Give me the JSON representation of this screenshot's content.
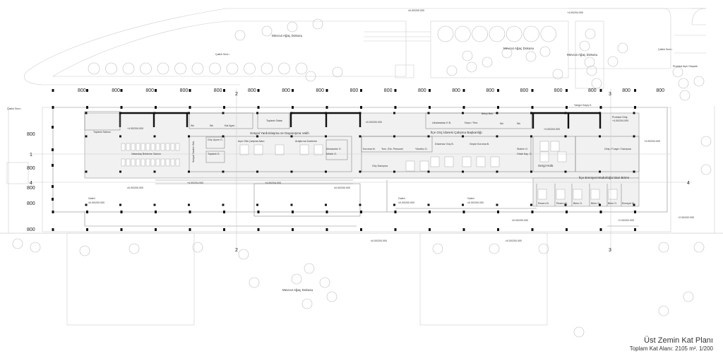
{
  "plan": {
    "title": "Üst Zemin Kat Planı",
    "subtitle": "Toplam Kat Alanı: 2105 m². 1/200",
    "dimension_label": "800",
    "axes": [
      "1",
      "2",
      "3",
      "4"
    ],
    "site_labels": {
      "trees_top_left": "Mevcut Ağaç Dokusu",
      "trees_top_mid": "Mevcut Ağaç Dokusu",
      "trees_top_right": "Mevcut Ağaç Dokusu",
      "trees_bottom": "Mevcut Ağaç Dokusu",
      "border_left": "Çalılık Sınırı",
      "border_right": "Çalılık Sınırı",
      "border_far_left": "Çalılık Sınırı",
      "parking": "Protokol Açık Otopark"
    },
    "levels": {
      "l0": "±0.00/200.000",
      "l4": "+4.00/204.000",
      "l2": "+2.00/202.000"
    },
    "rooms": {
      "toplanti_salonu": "Toplantı Salonu",
      "toplanti_odasi": "Toplantı Odası",
      "wc": "Wc",
      "kat_ayari": "Kat Ayarı",
      "vakif": "Sosyal Yardımlaşma ve Dayanışma Vakfı",
      "bekleme": "Vatandaş Bekleme Salonu",
      "goc_uyum": "Göç Uyum O.",
      "toplanti_o": "Toplantı O.",
      "sosyal_sek": "Sosyal Yardım Sek.",
      "acik_ofis": "Açık Ofis Çalışma Alanı",
      "arastirma": "Araştırma İnceleme",
      "muhasebe": "Muhasebe O.",
      "mudur": "Müdür O.",
      "uluslararasi": "Uluslararası K.B.",
      "depo": "Depo / Tem.",
      "bekci": "Bekçi Bek.",
      "yangin": "Yangın Kaçış K.",
      "protokol": "Protokol Giriş",
      "goc_idaresi": "İlçe Göç İdaresi Çalışma Başkanlığı",
      "koruma_m": "Koruma M.",
      "tem_gor": "Tem. Gör. Personel",
      "yonetici": "Yönetici O.",
      "duzensiz": "Düzensiz Göç B.",
      "gecici": "Geçici Koruma B.",
      "sistem": "Sistem O.",
      "ortak": "Ortak Kay. O.",
      "goc_danisma": "Göç Danışma",
      "sergi": "Sergi Holü",
      "giris": "Giriş / Fuaye / Danışma",
      "emniyet_birim": "İlçe Emniyet Müdürlüğü İdari Birimi",
      "rezerv": "Rezerv B.",
      "birim": "Birim O.",
      "emniyet_m": "Emniyet M.",
      "galeri": "Galeri"
    }
  }
}
